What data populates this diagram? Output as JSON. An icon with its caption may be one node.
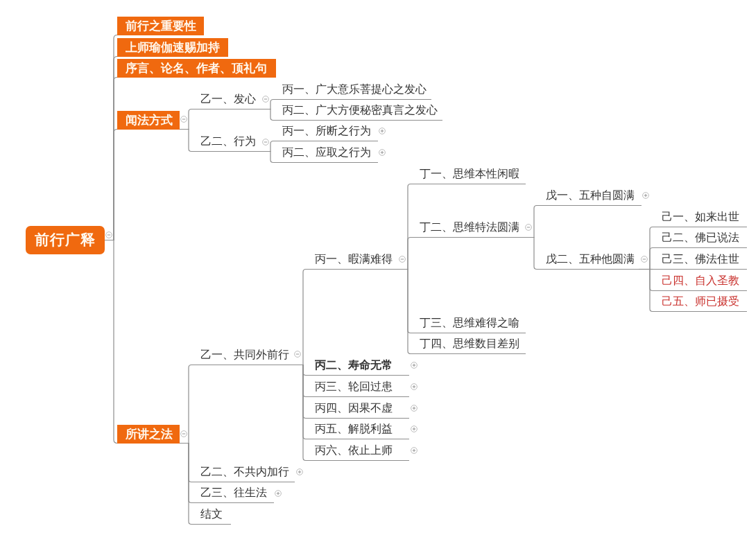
{
  "diagram": {
    "nodes": [
      {
        "text": [
          "前行广释"
        ]
      },
      {
        "text": [
          "前行之重要性"
        ]
      },
      {
        "text": [
          "上师瑜伽速赐加持"
        ]
      },
      {
        "text": [
          "序言、论名、作者、顶礼句"
        ]
      },
      {
        "text": [
          "闻法方式"
        ]
      },
      {
        "text": [
          "乙一、发心"
        ]
      },
      {
        "text": [
          "丙一、广大意乐菩提心之发心"
        ]
      },
      {
        "text": [
          "丙二、广大方便秘密真言之发心"
        ]
      },
      {
        "text": [
          "乙二、行为"
        ]
      },
      {
        "text": [
          "丙一、所断之行为"
        ]
      },
      {
        "text": [
          "丙二、应取之行为"
        ]
      },
      {
        "text": [
          "所讲之法"
        ]
      },
      {
        "text": [
          "乙一、共同外前行"
        ]
      },
      {
        "text": [
          "丙一、暇满难得"
        ]
      },
      {
        "text": [
          "丁一、思维本性闲暇"
        ]
      },
      {
        "text": [
          "丁二、思维特法圆满"
        ]
      },
      {
        "text": [
          "戊一、五种自圆满"
        ]
      },
      {
        "text": [
          "戊二、五种他圆满"
        ]
      },
      {
        "text": [
          "己一、如来出世"
        ]
      },
      {
        "text": [
          "己二、佛已说法"
        ]
      },
      {
        "text": [
          "己三、佛法住世"
        ]
      },
      {
        "text": [
          "己四、自入圣教"
        ]
      },
      {
        "text": [
          "己五、师已摄受"
        ]
      },
      {
        "text": [
          "丁三、思维难得之喻"
        ]
      },
      {
        "text": [
          "丁四、思维数目差别"
        ]
      },
      {
        "text": [
          "丙二、寿命无常"
        ]
      },
      {
        "text": [
          "丙三、轮回过患"
        ]
      },
      {
        "text": [
          "丙四、因果不虚"
        ]
      },
      {
        "text": [
          "丙五、解脱利益"
        ]
      },
      {
        "text": [
          "丙六、依止上师"
        ]
      },
      {
        "text": [
          "乙二、不共内加行"
        ]
      },
      {
        "text": [
          "乙三、往生法"
        ]
      },
      {
        "text": [
          "结文"
        ]
      }
    ],
    "edges": [
      {
        "from": 0,
        "to": 1,
        "arrow": "none"
      },
      {
        "from": 0,
        "to": 2,
        "arrow": "none"
      },
      {
        "from": 0,
        "to": 3,
        "arrow": "none"
      },
      {
        "from": 0,
        "to": 4,
        "arrow": "none"
      },
      {
        "from": 4,
        "to": 5,
        "arrow": "none"
      },
      {
        "from": 5,
        "to": 6,
        "arrow": "none"
      },
      {
        "from": 5,
        "to": 7,
        "arrow": "none"
      },
      {
        "from": 4,
        "to": 8,
        "arrow": "none"
      },
      {
        "from": 8,
        "to": 9,
        "arrow": "none"
      },
      {
        "from": 8,
        "to": 10,
        "arrow": "none"
      },
      {
        "from": 0,
        "to": 11,
        "arrow": "none"
      },
      {
        "from": 11,
        "to": 12,
        "arrow": "none"
      },
      {
        "from": 12,
        "to": 13,
        "arrow": "none"
      },
      {
        "from": 13,
        "to": 14,
        "arrow": "none"
      },
      {
        "from": 13,
        "to": 15,
        "arrow": "none"
      },
      {
        "from": 15,
        "to": 16,
        "arrow": "none"
      },
      {
        "from": 15,
        "to": 17,
        "arrow": "none"
      },
      {
        "from": 17,
        "to": 18,
        "arrow": "none"
      },
      {
        "from": 17,
        "to": 19,
        "arrow": "none"
      },
      {
        "from": 17,
        "to": 20,
        "arrow": "none"
      },
      {
        "from": 17,
        "to": 21,
        "arrow": "none"
      },
      {
        "from": 17,
        "to": 22,
        "arrow": "none"
      },
      {
        "from": 13,
        "to": 23,
        "arrow": "none"
      },
      {
        "from": 13,
        "to": 24,
        "arrow": "none"
      },
      {
        "from": 12,
        "to": 25,
        "arrow": "none"
      },
      {
        "from": 12,
        "to": 26,
        "arrow": "none"
      },
      {
        "from": 12,
        "to": 27,
        "arrow": "none"
      },
      {
        "from": 12,
        "to": 28,
        "arrow": "none"
      },
      {
        "from": 12,
        "to": 29,
        "arrow": "none"
      },
      {
        "from": 11,
        "to": 30,
        "arrow": "none"
      },
      {
        "from": 11,
        "to": 31,
        "arrow": "none"
      },
      {
        "from": 11,
        "to": 32,
        "arrow": "none"
      }
    ]
  }
}
